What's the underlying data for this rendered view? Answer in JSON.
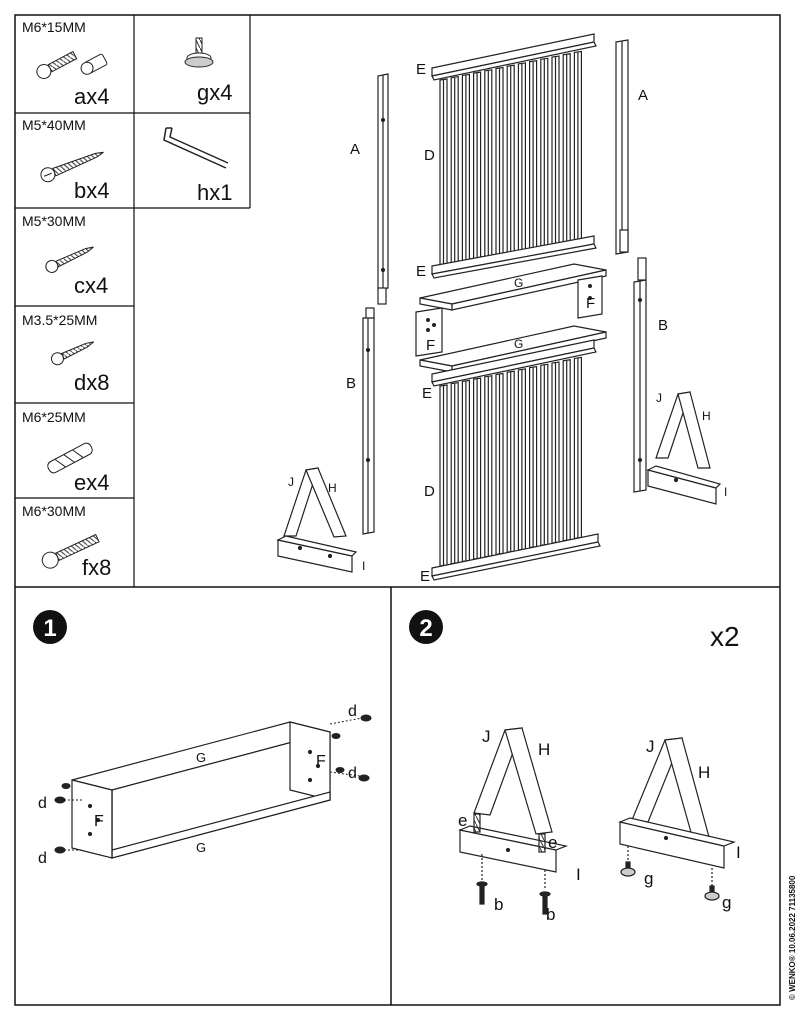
{
  "hardware": [
    {
      "size": "M6*15MM",
      "code": "ax4",
      "icon": "bolt-and-barrel-nut-icon"
    },
    {
      "size": "",
      "code": "gx4",
      "icon": "leveling-foot-icon"
    },
    {
      "size": "M5*40MM",
      "code": "bx4",
      "icon": "long-screw-icon"
    },
    {
      "size": "",
      "code": "hx1",
      "icon": "allen-key-icon"
    },
    {
      "size": "M5*30MM",
      "code": "cx4",
      "icon": "screw-icon"
    },
    {
      "size": "M3.5*25MM",
      "code": "dx8",
      "icon": "small-screw-icon"
    },
    {
      "size": "M6*25MM",
      "code": "ex4",
      "icon": "dowel-icon"
    },
    {
      "size": "M6*30MM",
      "code": "fx8",
      "icon": "bolt-icon"
    }
  ],
  "parts": {
    "A": "A",
    "B": "B",
    "D": "D",
    "E": "E",
    "F": "F",
    "G": "G",
    "H": "H",
    "I": "I",
    "J": "J"
  },
  "hw_labels": {
    "b": "b",
    "d": "d",
    "e": "e",
    "g": "g"
  },
  "steps": {
    "one": "1",
    "two": "2",
    "multiplier": "x2"
  },
  "footer": "© WENKO® 10.06.2022 71135800"
}
